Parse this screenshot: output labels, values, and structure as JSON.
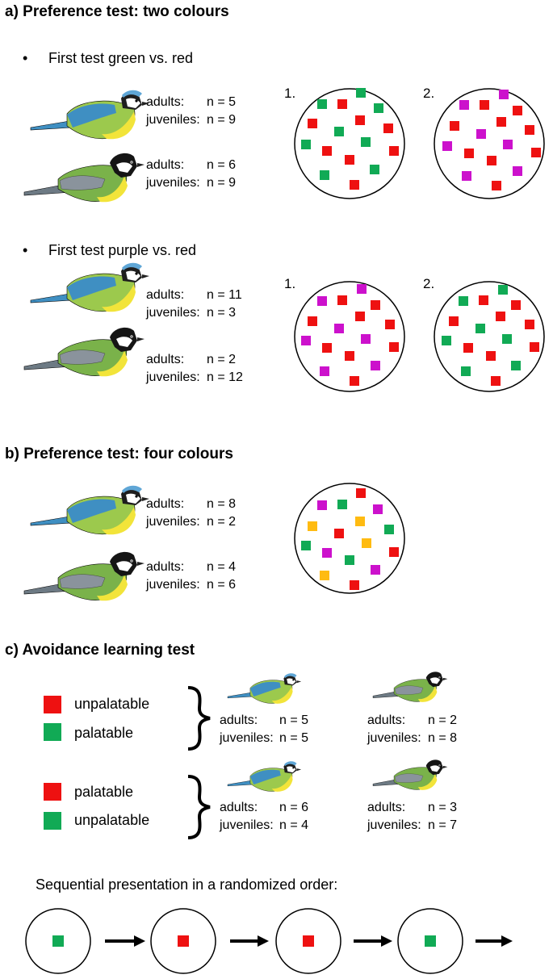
{
  "section_a": {
    "heading": "a) Preference test: two colours",
    "bullet_char": "•",
    "test1": {
      "title": "First test green vs. red",
      "blue_tit": {
        "adults_label": "adults:",
        "adults_n": "n = 5",
        "juveniles_label": "juveniles:",
        "juveniles_n": "n = 9"
      },
      "great_tit": {
        "adults_label": "adults:",
        "adults_n": "n = 6",
        "juveniles_label": "juveniles:",
        "juveniles_n": "n = 9"
      },
      "dish1_label": "1.",
      "dish2_label": "2."
    },
    "test2": {
      "title": "First test purple vs. red",
      "blue_tit": {
        "adults_label": "adults:",
        "adults_n": "n = 11",
        "juveniles_label": "juveniles:",
        "juveniles_n": "n = 3"
      },
      "great_tit": {
        "adults_label": "adults:",
        "adults_n": "n = 2",
        "juveniles_label": "juveniles:",
        "juveniles_n": "n = 12"
      },
      "dish1_label": "1.",
      "dish2_label": "2."
    }
  },
  "section_b": {
    "heading": "b) Preference test: four colours",
    "blue_tit": {
      "adults_label": "adults:",
      "adults_n": "n = 8",
      "juveniles_label": "juveniles:",
      "juveniles_n": "n = 2"
    },
    "great_tit": {
      "adults_label": "adults:",
      "adults_n": "n = 4",
      "juveniles_label": "juveniles:",
      "juveniles_n": "n = 6"
    }
  },
  "section_c": {
    "heading": "c) Avoidance learning test",
    "group1": {
      "red_label": "unpalatable",
      "green_label": "palatable",
      "blue_tit": {
        "adults_label": "adults:",
        "adults_n": "n = 5",
        "juveniles_label": "juveniles:",
        "juveniles_n": "n = 5"
      },
      "great_tit": {
        "adults_label": "adults:",
        "adults_n": "n = 2",
        "juveniles_label": "juveniles:",
        "juveniles_n": "n = 8"
      }
    },
    "group2": {
      "red_label": "palatable",
      "green_label": "unpalatable",
      "blue_tit": {
        "adults_label": "adults:",
        "adults_n": "n = 6",
        "juveniles_label": "juveniles:",
        "juveniles_n": "n = 4"
      },
      "great_tit": {
        "adults_label": "adults:",
        "adults_n": "n = 3",
        "juveniles_label": "juveniles:",
        "juveniles_n": "n = 7"
      }
    },
    "sequence_caption": "Sequential presentation in a randomized order:",
    "sequence_colors": [
      "green",
      "red",
      "red",
      "green"
    ]
  },
  "colors": {
    "red": "#ee1111",
    "green": "#11aa55",
    "purple": "#cc11cc",
    "yellow": "#ffbb11",
    "blue_tit_blue": "#3f8fc2",
    "tit_yellow": "#f2e43a",
    "tit_green": "#7ab24a",
    "tit_grey": "#8a939c"
  }
}
